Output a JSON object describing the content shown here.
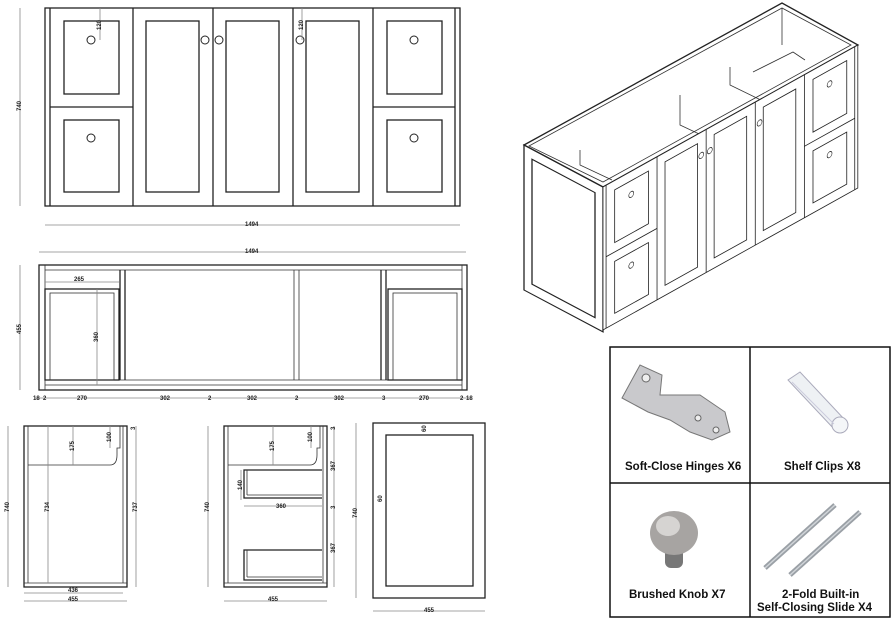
{
  "front_elevation": {
    "height": "740",
    "knob_offset_left": "120",
    "knob_offset_center": "120",
    "width_inner": "1494",
    "width_outer": "1494"
  },
  "plan_view": {
    "depth": "455",
    "drawer_width": "265",
    "drawer_depth": "360",
    "overall_width": "1494",
    "bottom_dims": [
      "18",
      "2",
      "270",
      "302",
      "2",
      "302",
      "2",
      "302",
      "3",
      "270",
      "2",
      "18"
    ]
  },
  "side_section_a": {
    "height": "740",
    "d175": "175",
    "d100": "100",
    "d3": "3",
    "d734": "734",
    "d737": "737",
    "inner_width": "436",
    "width": "455"
  },
  "side_section_b": {
    "height": "740",
    "d175": "175",
    "d100": "100",
    "d3a": "3",
    "d367a": "367",
    "d140": "140",
    "d360": "360",
    "d3b": "3",
    "d367b": "367",
    "width": "455"
  },
  "door_panel": {
    "height": "740",
    "rail_top": "60",
    "stile_left": "60",
    "width": "455"
  },
  "hardware": [
    {
      "label": "Soft-Close Hinges X6",
      "icon": "hinge-icon"
    },
    {
      "label": "Shelf Clips X8",
      "icon": "shelf-clip-icon"
    },
    {
      "label": "Brushed Knob X7",
      "icon": "knob-icon"
    },
    {
      "label_line1": "2-Fold Built-in",
      "label_line2": "Self-Closing Slide X4",
      "icon": "drawer-slide-icon"
    }
  ]
}
